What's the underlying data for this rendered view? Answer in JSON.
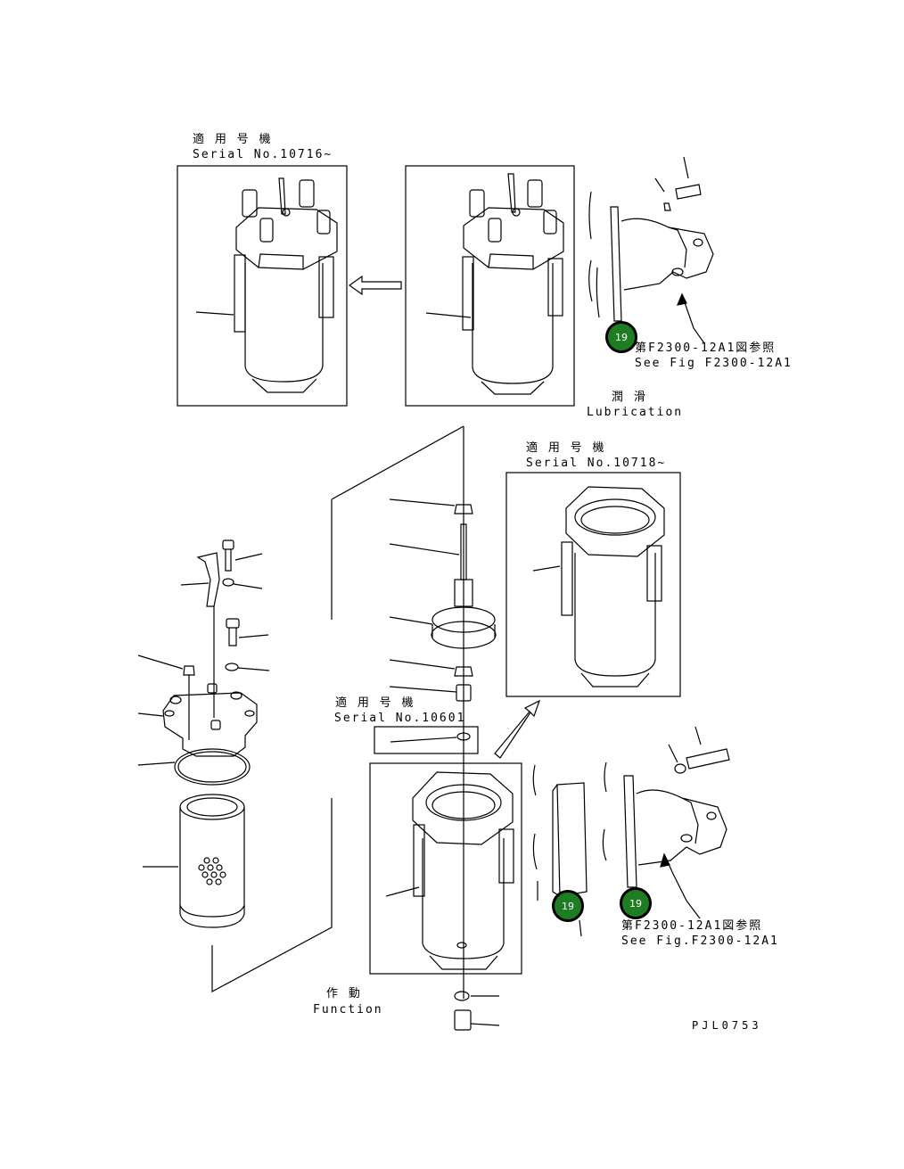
{
  "labels": {
    "top_left_applicable_jp": "適 用 号 機",
    "top_left_serial": "Serial No.10716~",
    "ref_top_jp": "第F2300-12A1図参照",
    "ref_top_en": "See Fig F2300-12A1",
    "lubrication_jp": "潤 滑",
    "lubrication_en": "Lubrication",
    "mid_right_applicable_jp": "適 用 号 機",
    "mid_right_serial": "Serial No.10718~",
    "center_applicable_jp": "適 用 号 機",
    "center_serial": "Serial No.10601",
    "ref_bottom_jp": "第F2300-12A1図参照",
    "ref_bottom_en": "See Fig.F2300-12A1",
    "function_jp": "作 動",
    "function_en": "Function",
    "drawing_code": "PJL0753"
  },
  "callouts": [
    "19",
    "19",
    "19"
  ],
  "colors": {
    "callout_fill": "#1e7d23",
    "line": "#000000"
  }
}
